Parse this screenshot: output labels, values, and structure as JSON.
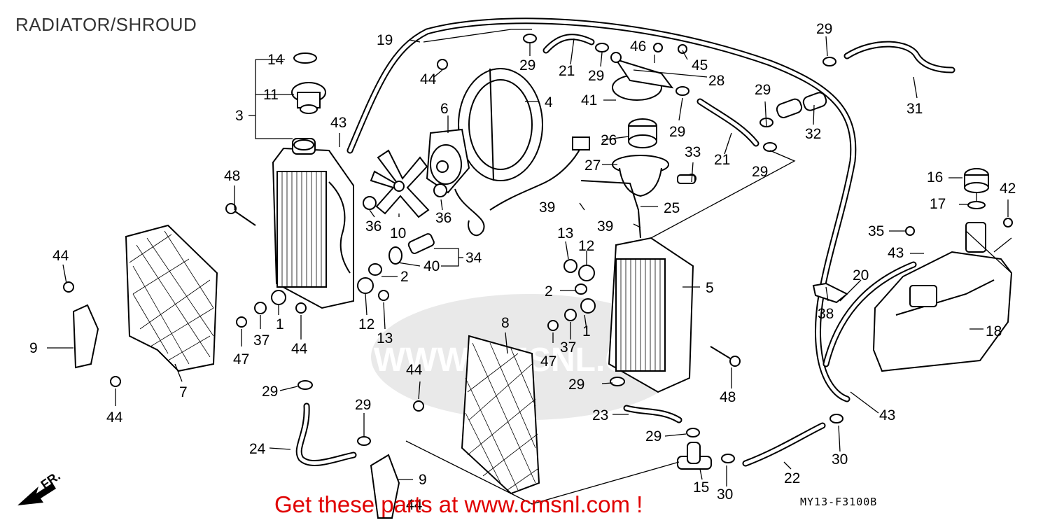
{
  "title": "RADIATOR/SHROUD",
  "promo": "Get these parts at www.cmsnl.com !",
  "diagram_code": "MY13-F3100B",
  "direction_label": "FR.",
  "watermark_text": "WWW.CMSNL.COM",
  "part_labels": [
    {
      "id": "p1",
      "text": "1"
    },
    {
      "id": "p2",
      "text": "2"
    },
    {
      "id": "p3",
      "text": "3"
    },
    {
      "id": "p4",
      "text": "4"
    },
    {
      "id": "p5",
      "text": "5"
    },
    {
      "id": "p6",
      "text": "6"
    },
    {
      "id": "p7",
      "text": "7"
    },
    {
      "id": "p8",
      "text": "8"
    },
    {
      "id": "p9",
      "text": "9"
    },
    {
      "id": "p10",
      "text": "10"
    },
    {
      "id": "p11",
      "text": "11"
    },
    {
      "id": "p12",
      "text": "12"
    },
    {
      "id": "p13",
      "text": "13"
    },
    {
      "id": "p14",
      "text": "14"
    },
    {
      "id": "p15",
      "text": "15"
    },
    {
      "id": "p16",
      "text": "16"
    },
    {
      "id": "p17",
      "text": "17"
    },
    {
      "id": "p18",
      "text": "18"
    },
    {
      "id": "p19",
      "text": "19"
    },
    {
      "id": "p20",
      "text": "20"
    },
    {
      "id": "p21",
      "text": "21"
    },
    {
      "id": "p22",
      "text": "22"
    },
    {
      "id": "p23",
      "text": "23"
    },
    {
      "id": "p24",
      "text": "24"
    },
    {
      "id": "p25",
      "text": "25"
    },
    {
      "id": "p26",
      "text": "26"
    },
    {
      "id": "p27",
      "text": "27"
    },
    {
      "id": "p28",
      "text": "28"
    },
    {
      "id": "p29",
      "text": "29"
    },
    {
      "id": "p30",
      "text": "30"
    },
    {
      "id": "p31",
      "text": "31"
    },
    {
      "id": "p32",
      "text": "32"
    },
    {
      "id": "p33",
      "text": "33"
    },
    {
      "id": "p34",
      "text": "34"
    },
    {
      "id": "p35",
      "text": "35"
    },
    {
      "id": "p36",
      "text": "36"
    },
    {
      "id": "p37",
      "text": "37"
    },
    {
      "id": "p38",
      "text": "38"
    },
    {
      "id": "p39",
      "text": "39"
    },
    {
      "id": "p40",
      "text": "40"
    },
    {
      "id": "p41",
      "text": "41"
    },
    {
      "id": "p42",
      "text": "42"
    },
    {
      "id": "p43",
      "text": "43"
    },
    {
      "id": "p44",
      "text": "44"
    },
    {
      "id": "p45",
      "text": "45"
    },
    {
      "id": "p46",
      "text": "46"
    },
    {
      "id": "p47",
      "text": "47"
    },
    {
      "id": "p48",
      "text": "48"
    }
  ],
  "colors": {
    "promo": "#e00000",
    "line": "#000000",
    "watermark": "#b0b0b0"
  }
}
